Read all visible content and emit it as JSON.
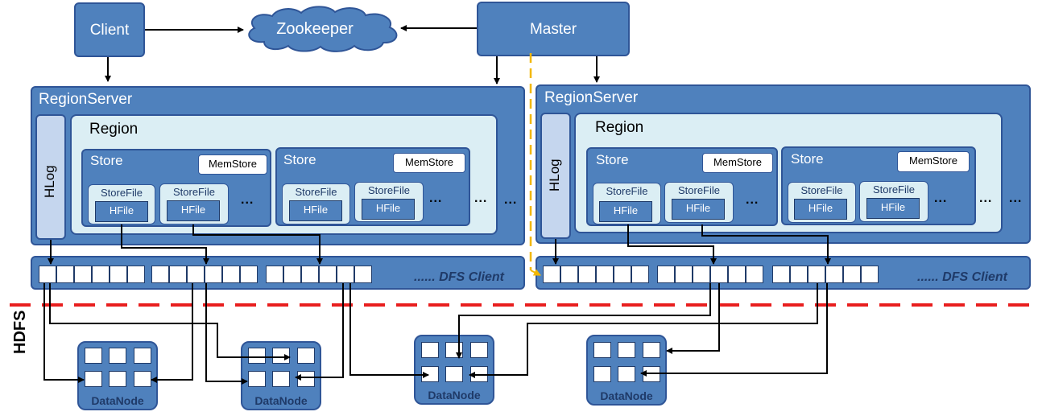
{
  "client": "Client",
  "zookeeper": "Zookeeper",
  "master": "Master",
  "regionservers": [
    {
      "title": "RegionServer",
      "hlog": "HLog",
      "region": "Region",
      "stores": [
        {
          "label": "Store",
          "memstore": "MemStore",
          "storefiles": [
            {
              "label": "StoreFile",
              "hfile": "HFile"
            },
            {
              "label": "StoreFile",
              "hfile": "HFile"
            }
          ],
          "ellipsis": "..."
        },
        {
          "label": "Store",
          "memstore": "MemStore",
          "storefiles": [
            {
              "label": "StoreFile",
              "hfile": "HFile"
            },
            {
              "label": "StoreFile",
              "hfile": "HFile"
            }
          ],
          "ellipsis": "..."
        }
      ],
      "region_ellipsis": "...",
      "server_ellipsis": "...",
      "dfs_client": "...... DFS Client"
    },
    {
      "title": "RegionServer",
      "hlog": "HLog",
      "region": "Region",
      "stores": [
        {
          "label": "Store",
          "memstore": "MemStore",
          "storefiles": [
            {
              "label": "StoreFile",
              "hfile": "HFile"
            },
            {
              "label": "StoreFile",
              "hfile": "HFile"
            }
          ],
          "ellipsis": "..."
        },
        {
          "label": "Store",
          "memstore": "MemStore",
          "storefiles": [
            {
              "label": "StoreFile",
              "hfile": "HFile"
            },
            {
              "label": "StoreFile",
              "hfile": "HFile"
            }
          ],
          "ellipsis": "..."
        }
      ],
      "region_ellipsis": "...",
      "server_ellipsis": "...",
      "dfs_client": "...... DFS Client"
    }
  ],
  "hdfs": "HDFS",
  "datanodes": [
    "DataNode",
    "DataNode",
    "DataNode",
    "DataNode"
  ],
  "colors": {
    "box": "#4f81bd",
    "border": "#2f5597",
    "panel": "#dbeef4",
    "hdfs_divider": "#e81e1e",
    "split_divider": "#f2b705"
  }
}
